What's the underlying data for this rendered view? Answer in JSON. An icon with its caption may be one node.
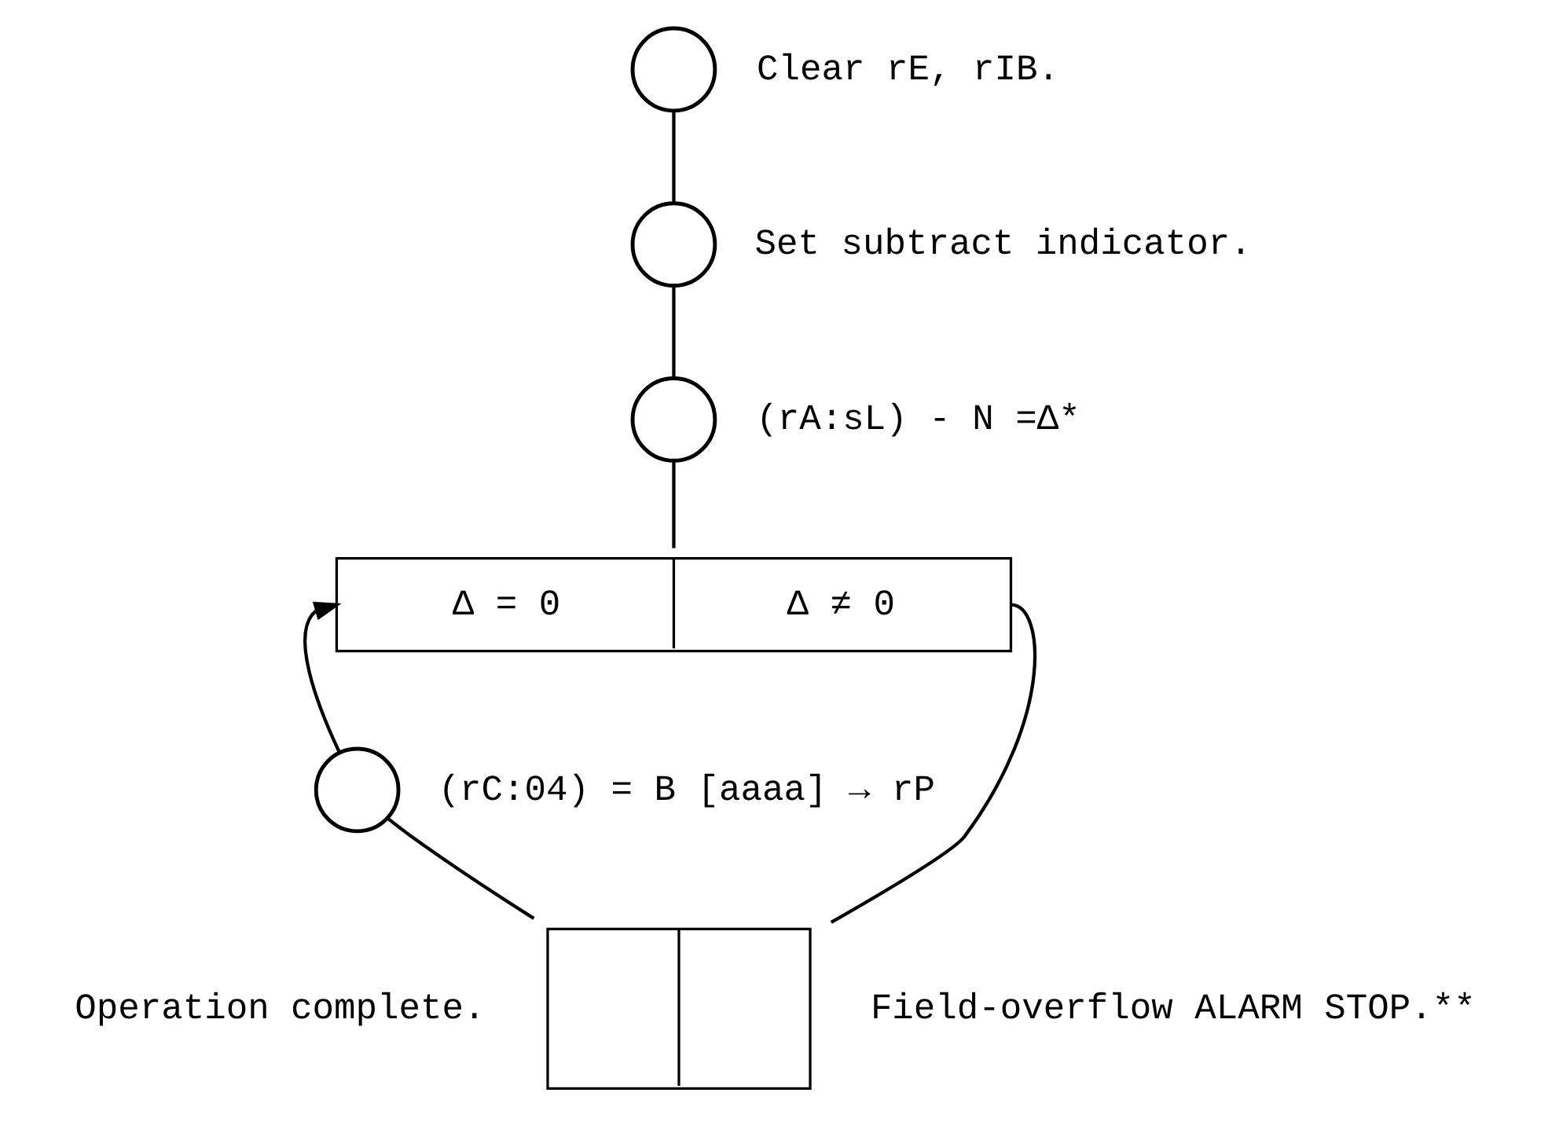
{
  "diagram": {
    "nodes": [
      {
        "text": [],
        "shape": "circle",
        "beside": [
          "Clear rE, rIB."
        ]
      },
      {
        "text": [],
        "shape": "circle",
        "beside": [
          "Set subtract indicator."
        ]
      },
      {
        "text": [],
        "shape": "circle",
        "beside": [
          "(rA:sL) - N =Δ*"
        ]
      },
      {
        "text": [
          "Δ = 0",
          "Δ ≠ 0"
        ]
      },
      {
        "text": [],
        "shape": "circle",
        "beside": [
          "(rC:04) = B [aaaa] → rP"
        ]
      },
      {
        "text": [],
        "shape": "box",
        "beside": [
          "Operation complete.",
          "Field-overflow ALARM STOP.**"
        ]
      }
    ],
    "edges": [
      {
        "from": 0,
        "to": 1,
        "arrow": "none"
      },
      {
        "from": 1,
        "to": 2,
        "arrow": "none"
      },
      {
        "from": 2,
        "to": 3,
        "arrow": "none"
      },
      {
        "from": 4,
        "to": 3,
        "arrow": "to"
      },
      {
        "from": 3,
        "to": 5,
        "arrow": "none"
      },
      {
        "from": 4,
        "to": 5,
        "arrow": "none"
      }
    ]
  }
}
